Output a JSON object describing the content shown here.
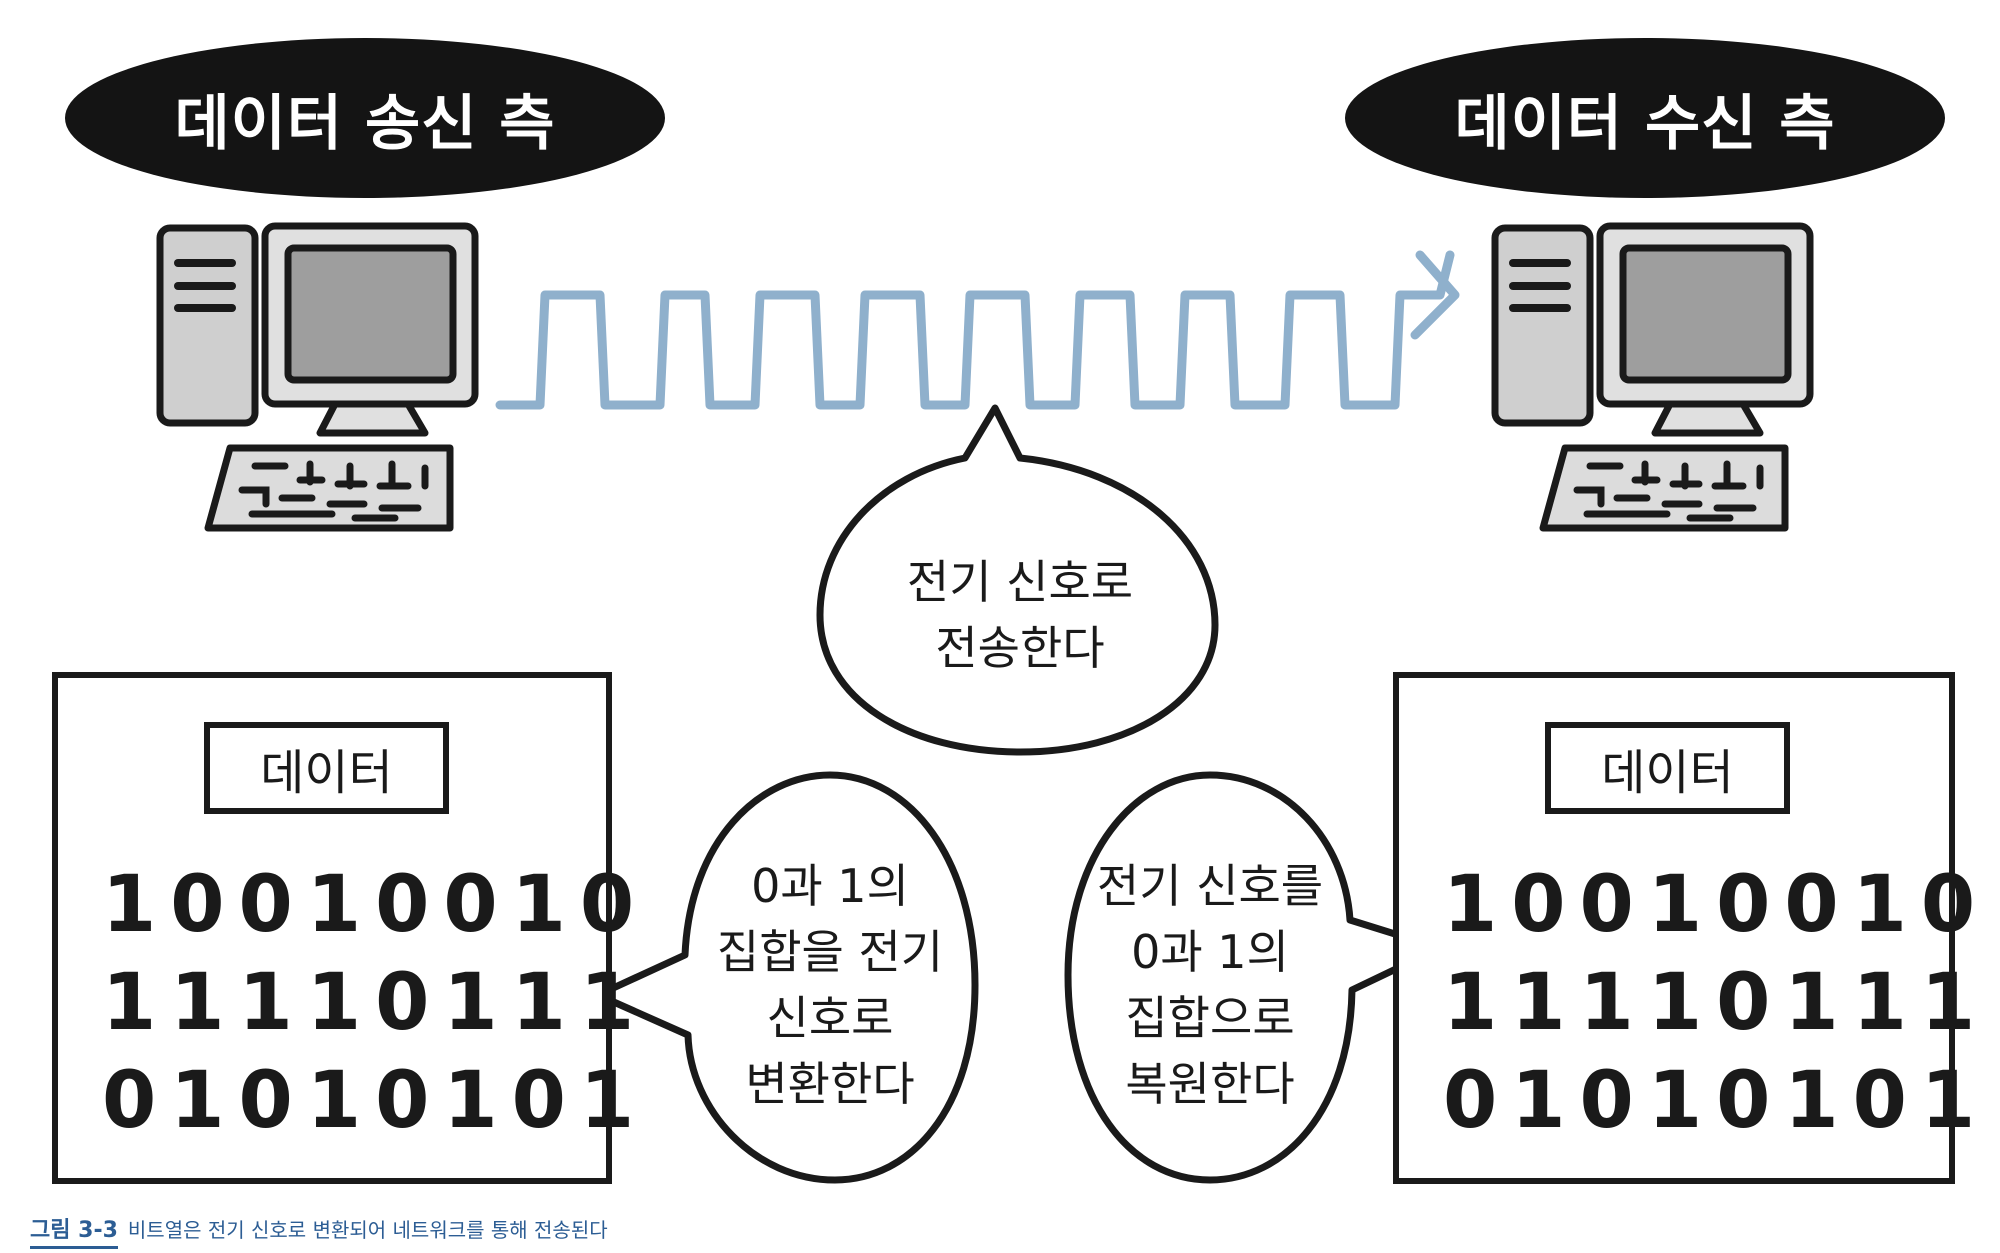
{
  "sender": {
    "title": "데이터 송신 측",
    "data_label": "데이터",
    "bits": [
      "10010010",
      "11110111",
      "01010101"
    ]
  },
  "receiver": {
    "title": "데이터 수신 측",
    "data_label": "데이터",
    "bits": [
      "10010010",
      "11110111",
      "01010101"
    ]
  },
  "bubbles": {
    "transmit": [
      "전기 신호로",
      "전송한다"
    ],
    "encode": [
      "0과 1의",
      "집합을 전기",
      "신호로",
      "변환한다"
    ],
    "decode": [
      "전기 신호를",
      "0과 1의",
      "집합으로",
      "복원한다"
    ]
  },
  "caption": {
    "number": "그림 3-3",
    "text": "비트열은 전기 신호로 변환되어 네트워크를 통해 전송된다"
  },
  "colors": {
    "signal": "#8fb0cc",
    "monitor_frame": "#d4d4d4",
    "screen": "#9e9e9e",
    "caption": "#2c5d94"
  }
}
